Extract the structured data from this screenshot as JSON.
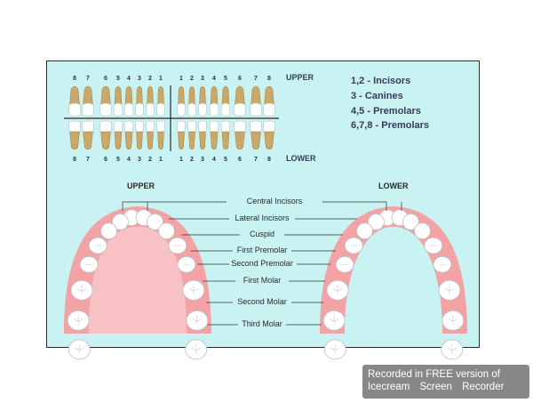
{
  "legend": [
    "1,2 - Incisors",
    "3 - Canines",
    "4,5 - Premolars",
    "6,7,8 - Premolars"
  ],
  "chart": {
    "upper_label": "UPPER",
    "lower_label": "LOWER",
    "left_numbers": [
      "8",
      "7",
      "6",
      "5",
      "4",
      "3",
      "2",
      "1"
    ],
    "right_numbers": [
      "1",
      "2",
      "3",
      "4",
      "5",
      "6",
      "7",
      "8"
    ]
  },
  "arches": {
    "upper_title": "UPPER",
    "lower_title": "LOWER",
    "labels": [
      "Central Incisors",
      "Lateral Incisors",
      "Cuspid",
      "First Premolar",
      "Second Premolar",
      "First Molar",
      "Second Molar",
      "Third Molar"
    ]
  },
  "colors": {
    "background": "#c9f2f2",
    "tooth": "#ffffff",
    "root": "#c9a86a",
    "gum": "#f3a3a6",
    "gum_inner": "#f8c2c4"
  },
  "watermark": {
    "line1": "Recorded in FREE version of",
    "line2": "Icecream Screen Recorder"
  }
}
